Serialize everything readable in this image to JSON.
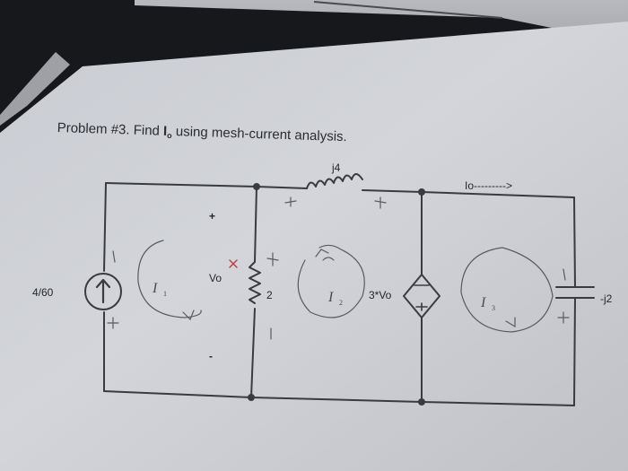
{
  "problem": {
    "prefix": "Problem #3. Find ",
    "var": "I",
    "subscript": "o",
    "suffix": " using mesh-current analysis."
  },
  "circuit": {
    "source_current": "4/60",
    "inductor": "j4",
    "resistor": "2",
    "resistor_voltage": "Vo",
    "dependent_source": "3*Vo",
    "capacitor": "-j2",
    "output_current": "Io--------->"
  }
}
